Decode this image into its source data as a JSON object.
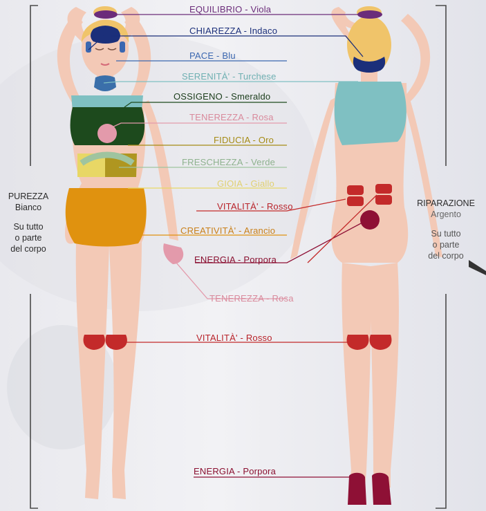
{
  "labels": {
    "equilibrio": {
      "text": "EQUILIBRIO - Viola",
      "color": "#6b2c7a"
    },
    "chiarezza": {
      "text": "CHIAREZZA - Indaco",
      "color": "#1b2f7a"
    },
    "pace": {
      "text": "PACE - Blu",
      "color": "#3b67b0"
    },
    "serenita": {
      "text": "SERENITÀ' - Turchese",
      "color": "#6fb0b2"
    },
    "ossigeno": {
      "text": "OSSIGENO - Smeraldo",
      "color": "#1a3c1a"
    },
    "tenerezza_chest": {
      "text": "TENEREZZA - Rosa",
      "color": "#d98a9c"
    },
    "fiducia": {
      "text": "FIDUCIA - Oro",
      "color": "#a58b14"
    },
    "freschezza": {
      "text": "FRESCHEZZA - Verde",
      "color": "#8eb28e"
    },
    "gioia": {
      "text": "GIOIA - Giallo",
      "color": "#e0d070"
    },
    "vitalita_back": {
      "text": "VITALITÀ' - Rosso",
      "color": "#b8232a"
    },
    "creativita": {
      "text": "CREATIVITÀ' - Arancio",
      "color": "#c9801a"
    },
    "energia_mid": {
      "text": "ENERGIA - Porpora",
      "color": "#8a1030"
    },
    "tenerezza_hand": {
      "text": "TENEREZZA - Rosa",
      "color": "#d98a9c"
    },
    "vitalita_knee": {
      "text": "VITALITÀ' - Rosso",
      "color": "#b8232a"
    },
    "energia_feet": {
      "text": "ENERGIA - Porpora",
      "color": "#8a1030"
    }
  },
  "left_side": {
    "title": "PUREZZA",
    "subtitle": "Bianco",
    "note_lines": [
      "Su tutto",
      "o parte",
      "del corpo"
    ]
  },
  "right_side": {
    "title": "RIPARAZIONE",
    "subtitle": "Argento",
    "note_lines": [
      "Su tutto",
      "o parte",
      "del corpo"
    ]
  },
  "colors": {
    "skin": "#f3c9b6",
    "hair": "#f0c46a",
    "viola": "#6b2c7a",
    "indaco": "#1b2f7a",
    "blu": "#3b67b0",
    "turchese": "#7fc0c2",
    "smeraldo": "#1d4a1d",
    "rosa": "#e39aab",
    "oro": "#a58b14",
    "verde": "#9fc49f",
    "giallo": "#e8d765",
    "rosso": "#c32a2a",
    "arancio": "#e0920f",
    "porpora": "#8e1035",
    "bracket": "#4a4a4a"
  }
}
